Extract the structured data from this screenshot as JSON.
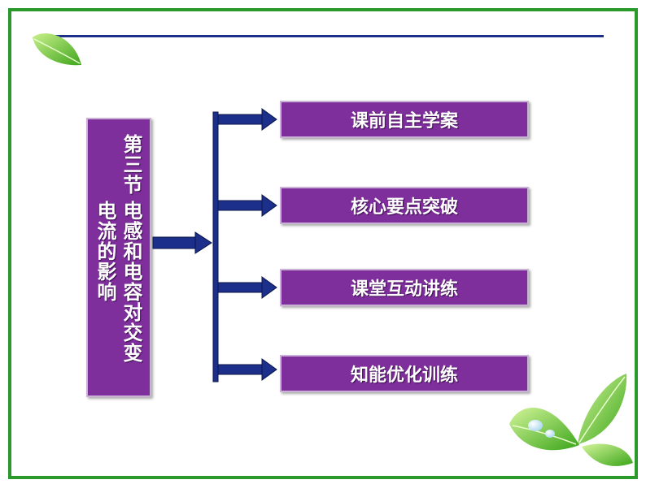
{
  "title": {
    "line1": "第三节",
    "line2": "电感和电容对交变",
    "line3": "电流的影响"
  },
  "menu": [
    {
      "label": "课前自主学案"
    },
    {
      "label": "核心要点突破"
    },
    {
      "label": "课堂互动讲练"
    },
    {
      "label": "知能优化训练"
    }
  ],
  "colors": {
    "frame": "#2a9a2a",
    "box": "#7f2f9c",
    "arrow": "#1c2f8a"
  },
  "icons": [
    "leaf-icon",
    "leaves-icon",
    "arrow-icon"
  ]
}
